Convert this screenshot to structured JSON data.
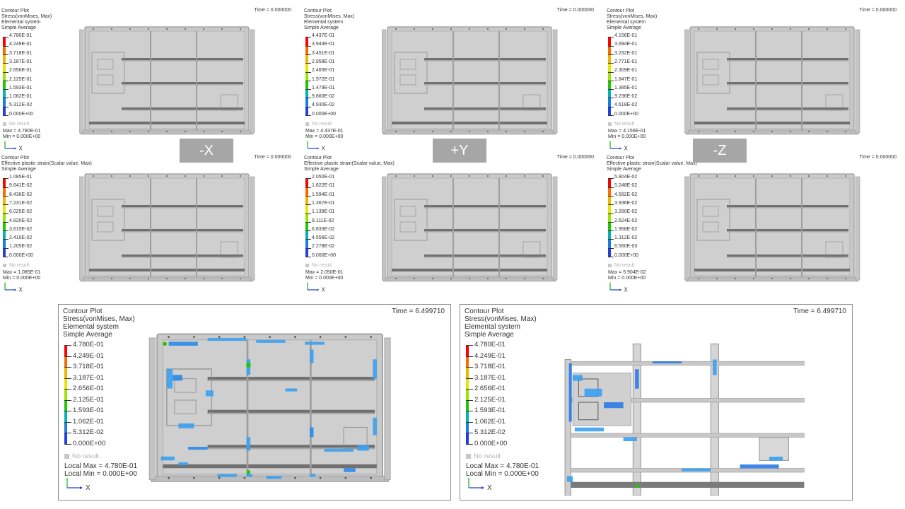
{
  "panels": [
    {
      "id": "p1",
      "title": [
        "Contour Plot",
        "Stress(vonMises, Max)",
        "Elemental system",
        "Simple Average"
      ],
      "time": "Time = 0.000000",
      "levels": [
        "4.780E-01",
        "4.249E-01",
        "3.718E-01",
        "3.187E-01",
        "2.656E-01",
        "2.125E-01",
        "1.593E-01",
        "1.062E-01",
        "5.312E-02",
        "0.000E+00"
      ],
      "no_result": "No result",
      "max": "Max = 4.780E-01",
      "min": "Min = 0.000E+00",
      "axis": "X"
    },
    {
      "id": "p2",
      "title": [
        "Contour Plot",
        "Stress(vonMises, Max)",
        "Elemental system",
        "Simple Average"
      ],
      "time": "Time = 0.000000",
      "levels": [
        "4.437E-01",
        "3.944E-01",
        "3.451E-01",
        "2.958E-01",
        "2.465E-01",
        "1.972E-01",
        "1.479E-01",
        "9.860E-02",
        "4.930E-02",
        "0.000E+00"
      ],
      "no_result": "No result",
      "max": "Max = 4.437E-01",
      "min": "Min = 0.000E+00",
      "axis": "X"
    },
    {
      "id": "p3",
      "title": [
        "Contour Plot",
        "Stress(vonMises, Max)",
        "Elemental system",
        "Simple Average"
      ],
      "time": "Time = 0.000000",
      "levels": [
        "4.156E-01",
        "3.694E-01",
        "3.232E-01",
        "2.771E-01",
        "2.309E-01",
        "1.847E-01",
        "1.385E-01",
        "9.236E-02",
        "4.618E-02",
        "0.000E+00"
      ],
      "no_result": "No result",
      "max": "Max = 4.156E-01",
      "min": "Min = 0.000E+00",
      "axis": "X"
    },
    {
      "id": "p4",
      "title": [
        "Contour Plot",
        "Effective plastic strain(Scalar value, Max)",
        "Simple Average"
      ],
      "time": "Time = 0.000000",
      "levels": [
        "1.085E-01",
        "9.641E-02",
        "8.436E-02",
        "7.231E-02",
        "6.025E-02",
        "4.820E-02",
        "3.615E-02",
        "2.410E-02",
        "1.205E-02",
        "0.000E+00"
      ],
      "no_result": "No result",
      "max": "Max = 1.085E-01",
      "min": "Min = 0.000E+00",
      "axis": "X"
    },
    {
      "id": "p5",
      "title": [
        "Contour Plot",
        "Effective plastic strain(Scalar value, Max)",
        "Simple Average"
      ],
      "time": "Time = 0.000000",
      "levels": [
        "2.050E-01",
        "1.822E-01",
        "1.594E-01",
        "1.367E-01",
        "1.139E-01",
        "9.111E-02",
        "6.833E-02",
        "4.556E-02",
        "2.278E-02",
        "0.000E+00"
      ],
      "no_result": "No result",
      "max": "Max = 2.050E-01",
      "min": "Min = 0.000E+00",
      "axis": "X"
    },
    {
      "id": "p6",
      "title": [
        "Contour Plot",
        "Effective plastic strain(Scalar value, Max)",
        "Simple Average"
      ],
      "time": "Time = 0.000000",
      "levels": [
        "5.904E-02",
        "5.248E-02",
        "4.592E-02",
        "3.936E-02",
        "3.280E-02",
        "2.624E-02",
        "1.968E-02",
        "1.312E-02",
        "6.560E-03",
        "0.000E+00"
      ],
      "no_result": "No result",
      "max": "Max = 5.904E-02",
      "min": "Min = 0.000E+00",
      "axis": "X"
    },
    {
      "id": "p7",
      "title": [
        "Contour Plot",
        "Stress(vonMises, Max)",
        "Elemental system",
        "Simple Average"
      ],
      "time": "Time = 6.499710",
      "levels": [
        "4.780E-01",
        "4.249E-01",
        "3.718E-01",
        "3.187E-01",
        "2.656E-01",
        "2.125E-01",
        "1.593E-01",
        "1.062E-01",
        "5.312E-02",
        "0.000E+00"
      ],
      "no_result": "No result",
      "max": "Local Max = 4.780E-01",
      "min": "Local Min = 0.000E+00",
      "axis": "X"
    },
    {
      "id": "p8",
      "title": [
        "Contour Plot",
        "Stress(vonMises, Max)",
        "Elemental system",
        "Simple Average"
      ],
      "time": "Time = 6.499710",
      "levels": [
        "4.780E-01",
        "4.249E-01",
        "3.718E-01",
        "3.187E-01",
        "2.656E-01",
        "2.125E-01",
        "1.593E-01",
        "1.062E-01",
        "5.312E-02",
        "0.000E+00"
      ],
      "no_result": "No result",
      "max": "Local Max = 4.780E-01",
      "min": "Local Min = 0.000E+00",
      "axis": "X"
    }
  ],
  "directions": [
    "-X",
    "+Y",
    "-Z"
  ],
  "colorscale": [
    "#ff0000",
    "#ff6a00",
    "#f0b400",
    "#e6e600",
    "#9be600",
    "#22c800",
    "#00b4b4",
    "#1a7ae6",
    "#2040e6",
    "#ffffff"
  ]
}
